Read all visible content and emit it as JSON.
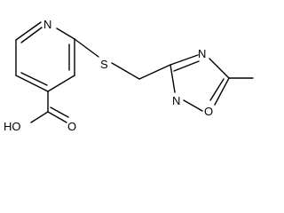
{
  "diagram": {
    "type": "chemical-structure",
    "atom_labels": {
      "pyridine_n": "N",
      "thioether_s": "S",
      "carboxyl_o": "O",
      "hydroxyl": "HO",
      "oxadiazole_n4": "N",
      "oxadiazole_n2": "N",
      "oxadiazole_o1": "O"
    }
  }
}
